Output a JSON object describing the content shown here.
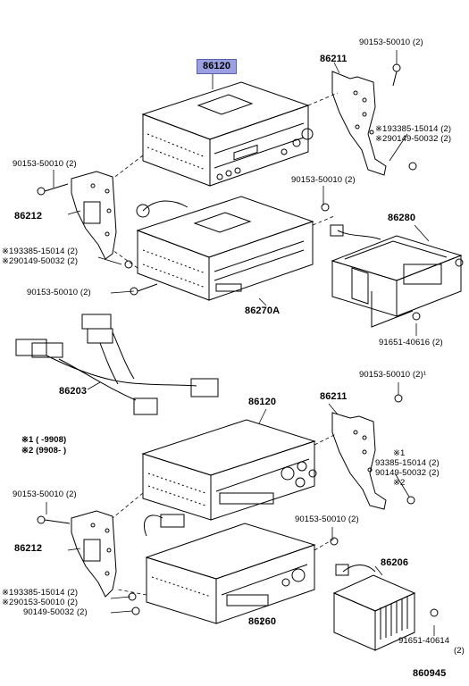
{
  "labels": {
    "p86120_top": "86120",
    "p86211_top": "86211",
    "p90153_top_right": "90153-50010 (2)",
    "p193385_top": "※193385-15014 (2)",
    "p290149_top": "※290149-50032 (2)",
    "p90153_left_upper": "90153-50010 (2)",
    "p86212_upper": "86212",
    "p193385_left_upper": "※193385-15014 (2)",
    "p290149_left_upper": "※290149-50032 (2)",
    "p90153_mid": "90153-50010 (2)",
    "p86280": "86280",
    "p90153_left_lower_cd": "90153-50010 (2)",
    "p86270A": "86270A",
    "p91651_40616": "91651-40616 (2)",
    "p86203": "86203",
    "p90153_right_lower": "90153-50010 (2)¹",
    "p86120_mid": "86120",
    "p86211_mid": "86211",
    "note1": "※1  (        -9908)",
    "note2": "※2  (9908-        )",
    "p1_stack": "※1",
    "p93385": "93385-15014 (2)",
    "p90149_stack": "90149-50032 (2)",
    "p2_stack": "※2",
    "p90153_left_lower": "90153-50010 (2)",
    "p86212_lower": "86212",
    "p90153_center_lower": "90153-50010 (2)",
    "p86206": "86206",
    "p193385_bottom": "※193385-15014 (2)",
    "p290153_bottom": "※290153-50010 (2)",
    "p90149_bottom": "90149-50032 (2)",
    "p86260": "86260",
    "p91651_40614": "91651-40614",
    "p91651_40614_qty": "(2)",
    "diagram_id": "860945"
  },
  "colors": {
    "highlight": "#9aa0e0"
  }
}
